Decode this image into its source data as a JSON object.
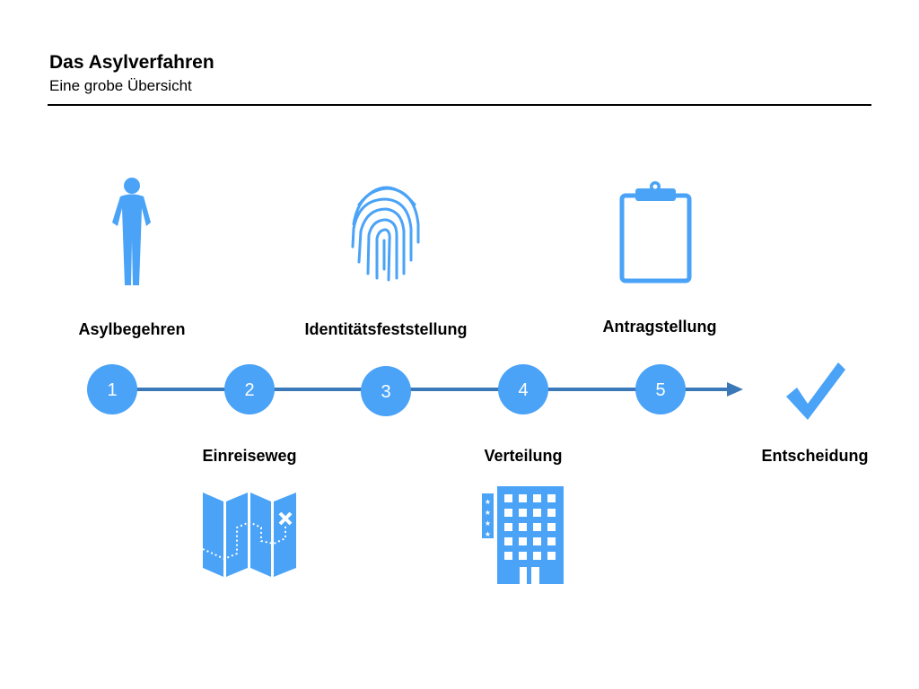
{
  "header": {
    "title": "Das Asylverfahren",
    "subtitle": "Eine grobe Übersicht"
  },
  "steps": [
    {
      "number": "1",
      "label": "Asylbegehren",
      "icon": "person-icon"
    },
    {
      "number": "2",
      "label": "Einreiseweg",
      "icon": "map-icon"
    },
    {
      "number": "3",
      "label": "Identitätsfeststellung",
      "icon": "fingerprint-icon"
    },
    {
      "number": "4",
      "label": "Verteilung",
      "icon": "building-icon"
    },
    {
      "number": "5",
      "label": "Antragstellung",
      "icon": "clipboard-icon"
    }
  ],
  "final": {
    "label": "Entscheidung",
    "icon": "checkmark-icon"
  },
  "colors": {
    "accent": "#4aa3f7",
    "line": "#3a78b8"
  }
}
